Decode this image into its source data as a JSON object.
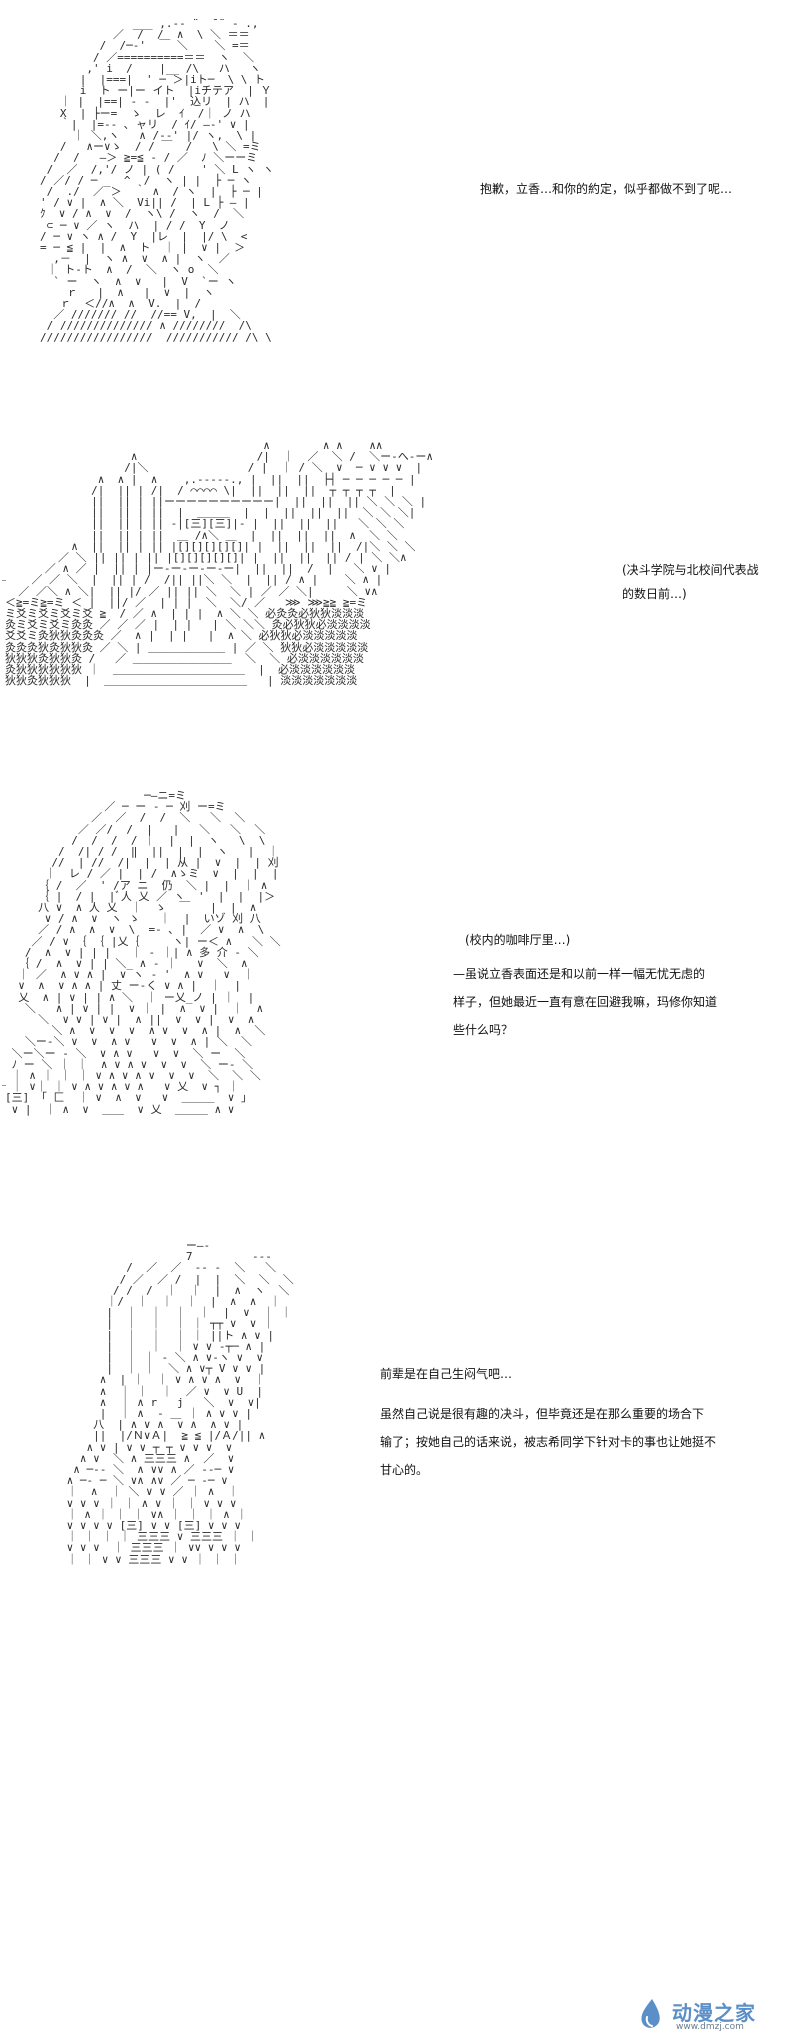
{
  "panels": [
    {
      "id": "panel-1",
      "lines": [
        "抱歉，立香…和你的約定，似乎都做不到了呢…"
      ]
    },
    {
      "id": "panel-2",
      "lines": [
        "(决斗学院与北校间代表战",
        "的数日前…)"
      ]
    },
    {
      "id": "panel-3",
      "lines": [
        "(校内的咖啡厅里…)",
        "—虽说立香表面还是和以前一样一幅无忧无虑的",
        "样子，但她最近一直有意在回避我嘛，玛修你知道",
        "些什么吗？"
      ]
    },
    {
      "id": "panel-4",
      "lines": [
        "前辈是在自己生闷气吧…",
        "虽然自己说是很有趣的决斗，但毕竟还是在那么重要的场合下",
        "输了；按她自己的话来说，被志希同学下针对卡的事也让她挺不",
        "甘心的。"
      ]
    }
  ],
  "watermark": {
    "title": "动漫之家",
    "url": "www.dmzj.com",
    "logo_icon": "water-drop-icon",
    "color": "#5b8fc7"
  }
}
